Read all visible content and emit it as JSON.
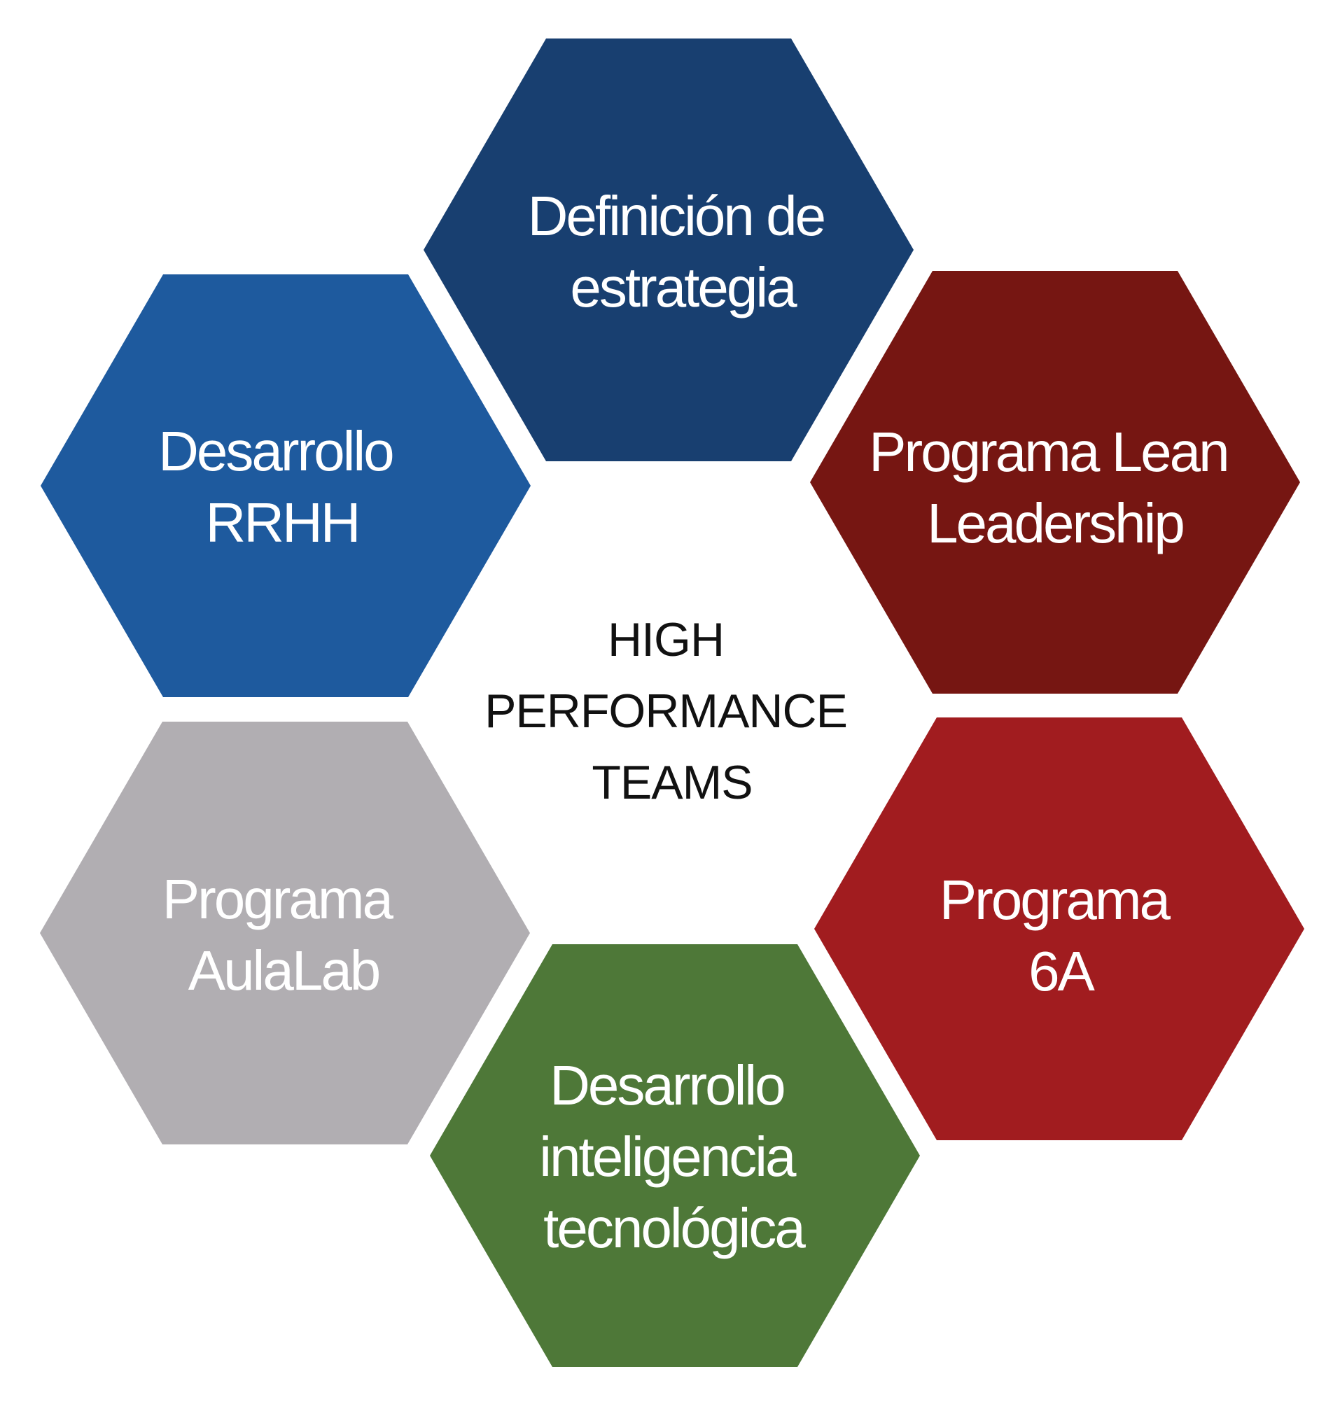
{
  "center": {
    "lines": [
      "HIGH",
      "PERFORMANCE",
      "TEAMS"
    ]
  },
  "hexagons": [
    {
      "id": "definicion-estrategia",
      "lines": [
        "Definición de",
        "estrategia"
      ],
      "color": "#183F70"
    },
    {
      "id": "programa-lean-leadership",
      "lines": [
        "Programa Lean",
        "Leadership"
      ],
      "color": "#761612"
    },
    {
      "id": "programa-6a",
      "lines": [
        "Programa",
        "6A"
      ],
      "color": "#A11C1F"
    },
    {
      "id": "desarrollo-inteligencia-tecnologica",
      "lines": [
        "Desarrollo",
        "inteligencia",
        "tecnológica"
      ],
      "color": "#4E7838"
    },
    {
      "id": "programa-aulalab",
      "lines": [
        "Programa",
        "AulaLab"
      ],
      "color": "#B1AEB2"
    },
    {
      "id": "desarrollo-rrhh",
      "lines": [
        "Desarrollo",
        "RRHH"
      ],
      "color": "#1E5A9E"
    }
  ]
}
